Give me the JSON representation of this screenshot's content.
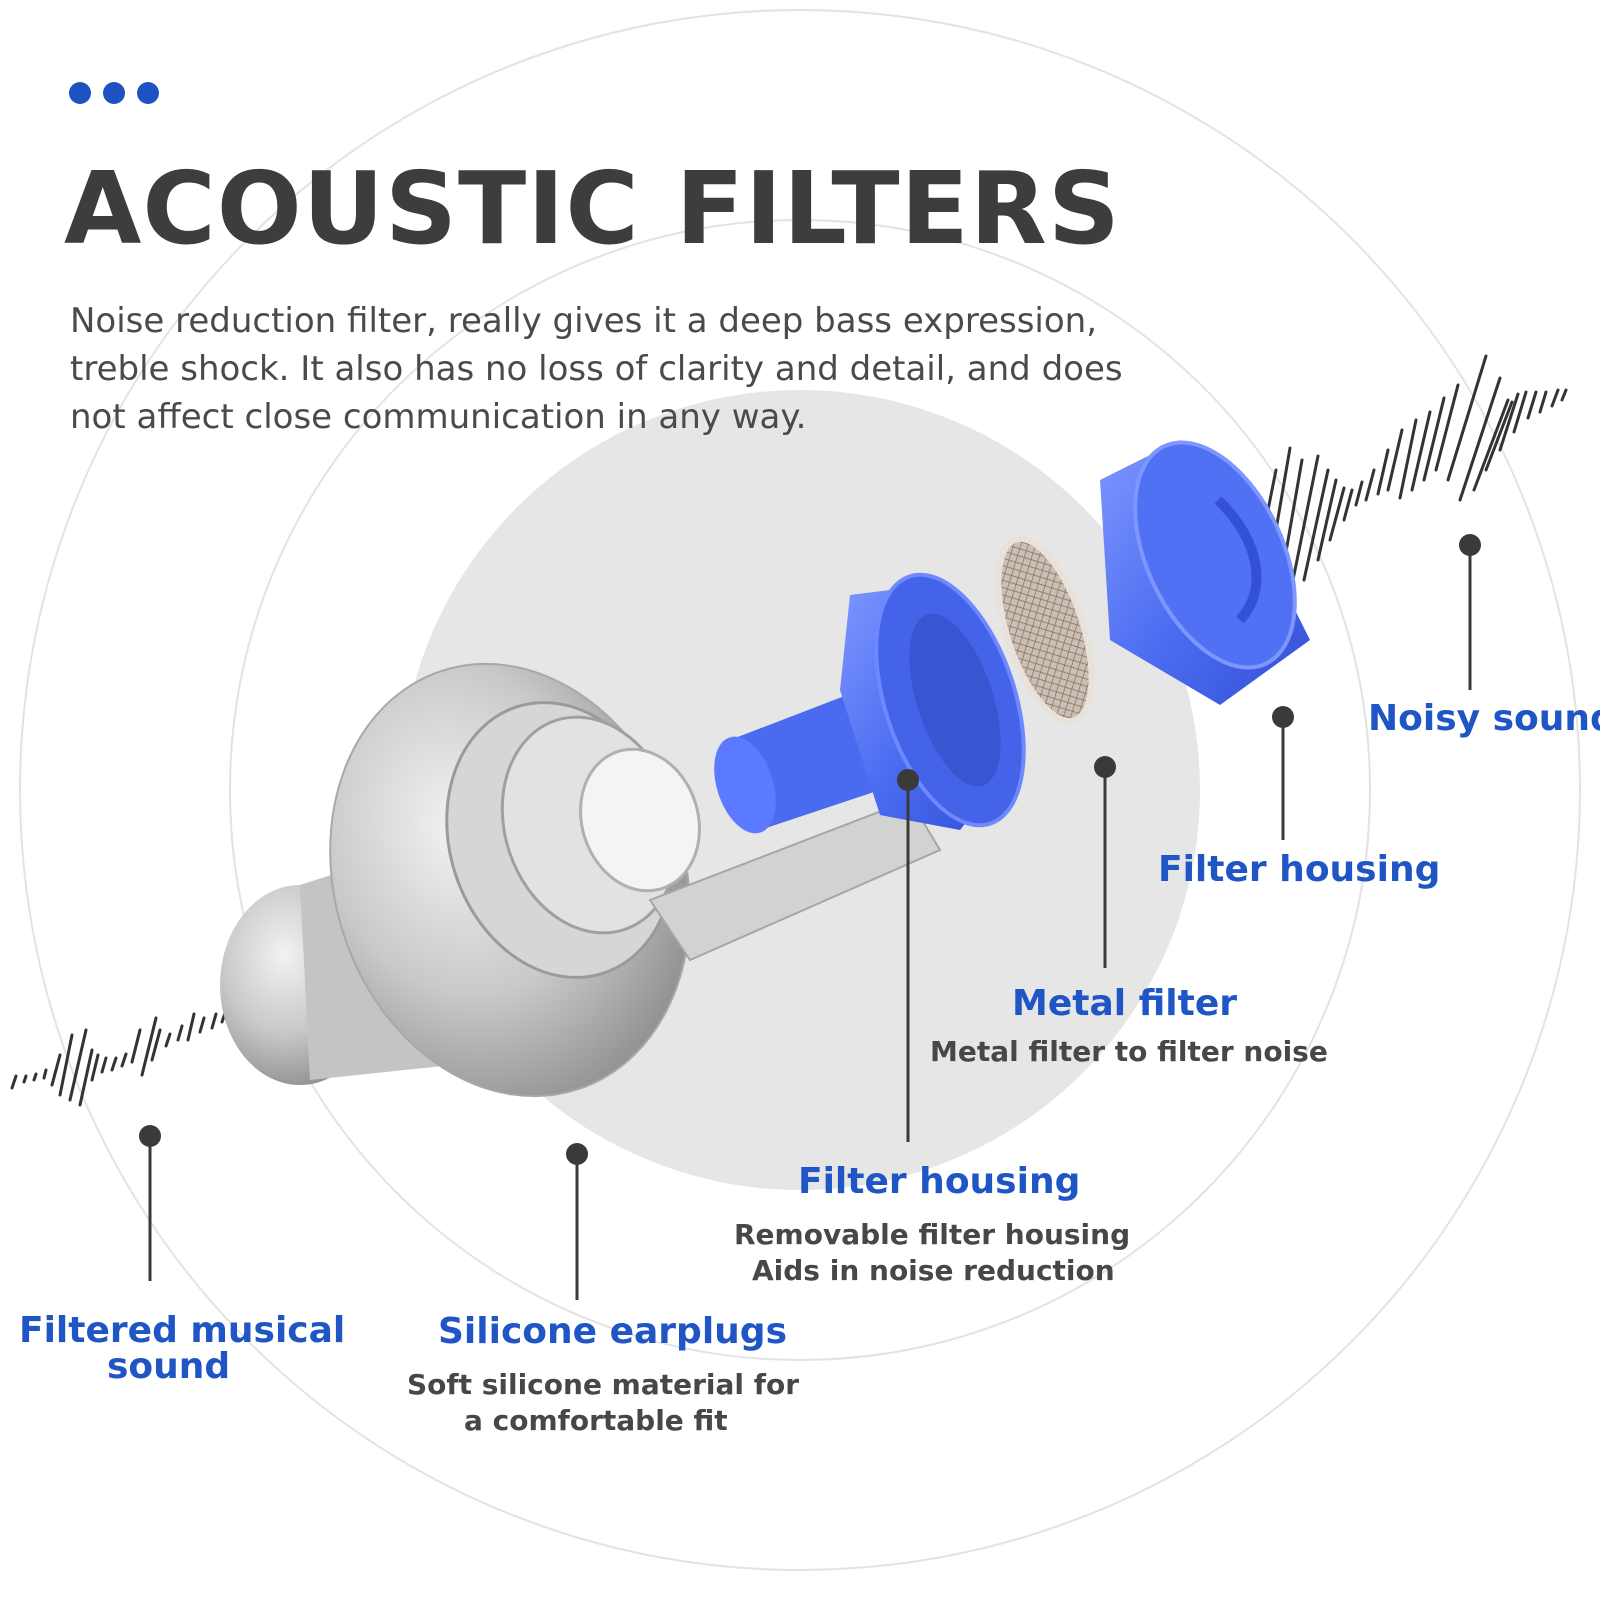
{
  "header": {
    "title": "ACOUSTIC FILTERS",
    "description": "Noise reduction filter, really gives it a deep bass expression, treble shock. It also has no loss of clarity and detail, and does not affect close communication in any way."
  },
  "callouts": {
    "noisy_sound": {
      "title": "Noisy sound"
    },
    "outer_housing": {
      "title": "Filter housing"
    },
    "metal_filter": {
      "title": "Metal filter",
      "subtitle": "Metal filter to filter noise"
    },
    "inner_housing": {
      "title": "Filter housing",
      "line1": "Removable filter housing",
      "line2": "Aids in noise reduction"
    },
    "silicone_earplugs": {
      "title": "Silicone earplugs",
      "line1": "Soft silicone material for",
      "line2": "a comfortable fit"
    },
    "filtered_sound": {
      "line1": "Filtered musical",
      "line2": "sound"
    }
  },
  "colors": {
    "accent_blue": "#1f55c4",
    "part_blue": "#4a6bf0",
    "title_gray": "#3d3d3d",
    "text_gray": "#4a4a4a"
  }
}
